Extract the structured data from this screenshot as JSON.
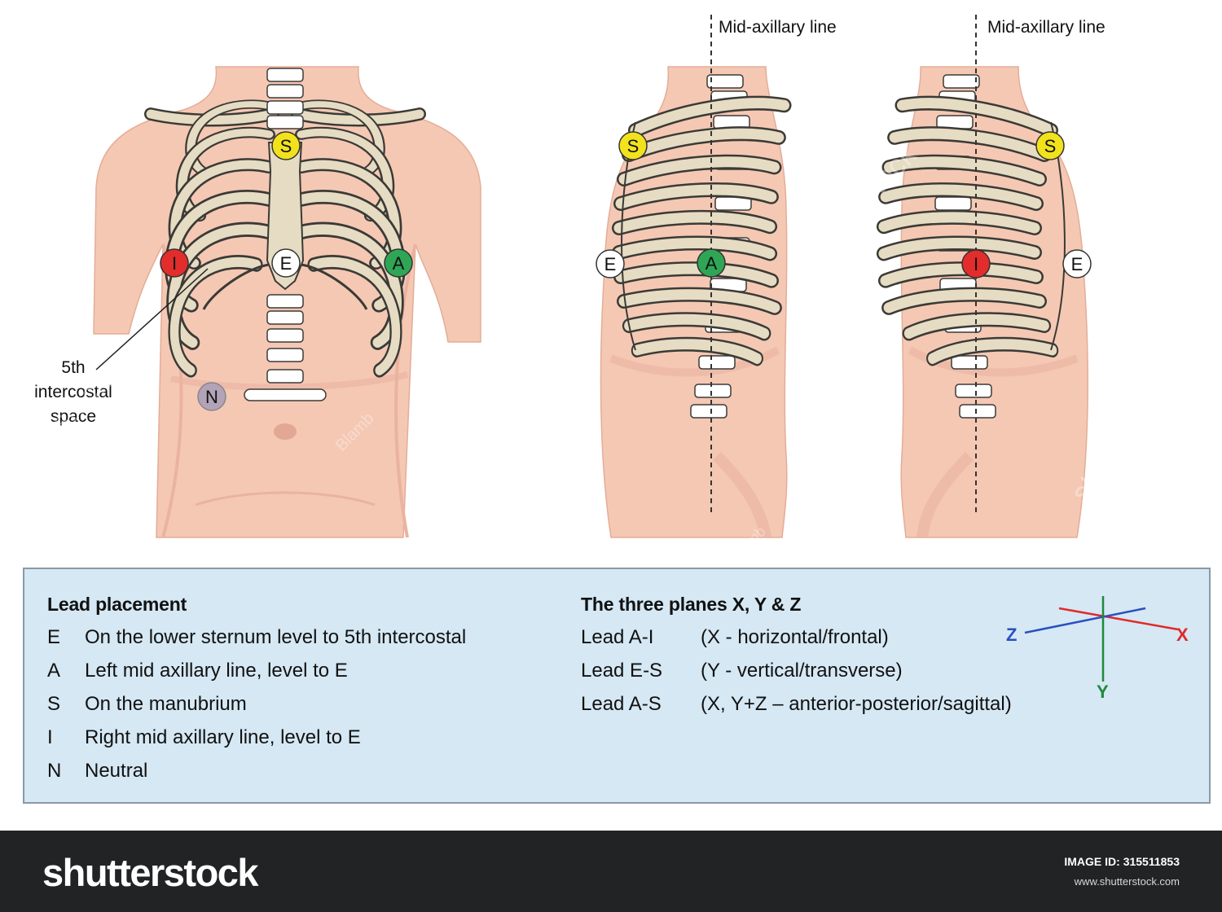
{
  "figure": {
    "axillary_labels": [
      "Mid-axillary line",
      "Mid-axillary line"
    ],
    "intercostal_label": [
      "5th",
      "intercostal",
      "space"
    ],
    "electrodes": {
      "front": [
        {
          "letter": "S",
          "color": "#f2e21c"
        },
        {
          "letter": "I",
          "color": "#e32c2c"
        },
        {
          "letter": "E",
          "color": "#ffffff"
        },
        {
          "letter": "A",
          "color": "#2fa655"
        },
        {
          "letter": "N",
          "color": "#b3a3b8"
        }
      ],
      "left_side": [
        {
          "letter": "S",
          "color": "#f2e21c"
        },
        {
          "letter": "E",
          "color": "#ffffff"
        },
        {
          "letter": "A",
          "color": "#2fa655"
        }
      ],
      "right_side": [
        {
          "letter": "S",
          "color": "#f2e21c"
        },
        {
          "letter": "I",
          "color": "#e32c2c"
        },
        {
          "letter": "E",
          "color": "#ffffff"
        }
      ]
    },
    "watermarks": [
      "Blamb",
      "Blamb",
      "Blamb",
      "shutterstock",
      "shutterstock",
      "shutterstock",
      "shutterstock"
    ],
    "colors": {
      "skin": "#f5c8b4",
      "skin_shadow": "#eab3a0",
      "bone": "#e6dcc3",
      "bone_outline": "#3b3a36",
      "spine": "#ffffff"
    }
  },
  "legend": {
    "lead_placement_title": "Lead placement",
    "lead_placement": [
      {
        "key": "E",
        "text": "On the lower sternum level to 5th intercostal"
      },
      {
        "key": "A",
        "text": "Left mid axillary line, level to E"
      },
      {
        "key": "S",
        "text": "On the manubrium"
      },
      {
        "key": "I",
        "text": "Right mid axillary line, level to E"
      },
      {
        "key": "N",
        "text": "Neutral"
      }
    ],
    "planes_title": "The three planes X, Y & Z",
    "planes": [
      {
        "lead": "Lead A-I",
        "text": "(X - horizontal/frontal)"
      },
      {
        "lead": "Lead E-S",
        "text": "(Y - vertical/transverse)"
      },
      {
        "lead": "Lead A-S",
        "text": "(X, Y+Z – anterior-posterior/sagittal)"
      }
    ],
    "axes": {
      "x_label": "X",
      "y_label": "Y",
      "z_label": "Z",
      "x_color": "#e02a2a",
      "y_color": "#1f8a3c",
      "z_color": "#2a4fc0"
    }
  },
  "footer": {
    "brand": "shutterstock",
    "image_id_label": "IMAGE ID:",
    "image_id": "315511853",
    "site": "www.shutterstock.com"
  }
}
